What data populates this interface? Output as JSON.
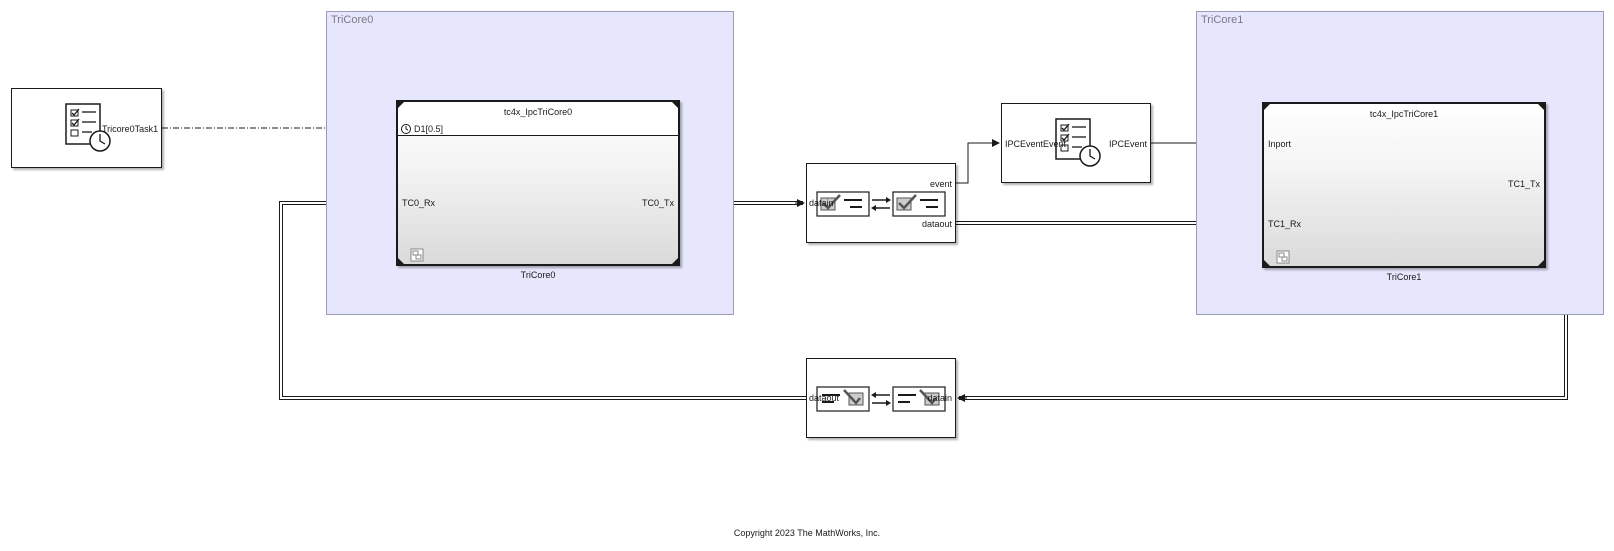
{
  "areas": {
    "left_title": "TriCore0",
    "right_title": "TriCore1"
  },
  "scheduler": {
    "port_out": "Tricore0Task1"
  },
  "model_left": {
    "title": "tc4x_IpcTriCore0",
    "event_port": "D1[0.5]",
    "port_in": "TC0_Rx",
    "port_out": "TC0_Tx",
    "name": "TriCore0"
  },
  "model_right": {
    "title": "tc4x_IpcTriCore1",
    "port_event": "Inport",
    "port_in": "TC1_Rx",
    "port_out": "TC1_Tx",
    "name": "TriCore1"
  },
  "ipc_forward": {
    "port_in": "datain",
    "port_event": "event",
    "port_out": "dataout"
  },
  "event_task": {
    "port_in": "IPCEventEvent",
    "port_out": "IPCEvent"
  },
  "ipc_return": {
    "port_out": "dataout",
    "port_in": "datain"
  },
  "footer": {
    "copyright": "Copyright 2023 The MathWorks, Inc."
  },
  "colors": {
    "area_fill": "#e6e6fc",
    "area_border": "#9c9cb8",
    "line": "#1a1a1a",
    "icon_check": "#555555"
  }
}
